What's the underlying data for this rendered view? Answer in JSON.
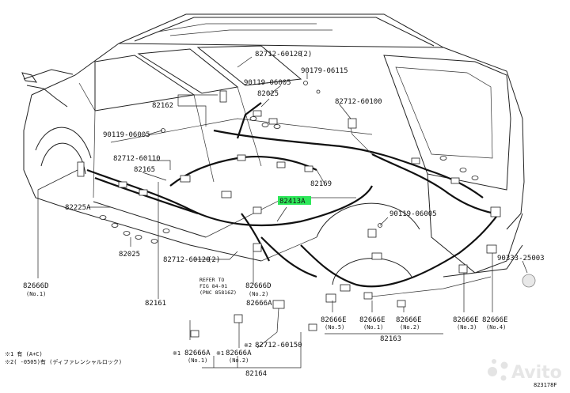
{
  "diagram": {
    "callouts": {
      "c1": "82712-60120",
      "c1_note": "(2)",
      "c2": "90179-06115",
      "c3": "90119-06005",
      "c4": "82025",
      "c5": "82162",
      "c6": "82712-60100",
      "c7": "90119-06005",
      "c8": "82712-60110",
      "c9": "82165",
      "c10": "82169",
      "c11": "82413A",
      "c12": "82225A",
      "c13": "90119-06005",
      "c14": "82025",
      "c15": "82712-60120",
      "c15_note": "(2)",
      "c16": "90333-25003",
      "c17": "82666D",
      "c17_sub": "(No.1)",
      "c18": "82666D",
      "c18_sub": "(No.2)",
      "c19": "82161",
      "c20": "82666A",
      "c21": "82666E",
      "c21_sub": "(No.5)",
      "c22": "82666E",
      "c22_sub": "(No.1)",
      "c23": "82666E",
      "c23_sub": "(No.2)",
      "c24": "82666E",
      "c24_sub": "(No.3)",
      "c25": "82666E",
      "c25_sub": "(No.4)",
      "c26": "82163",
      "c27": "82666A",
      "c27_sub": "(No.1)",
      "c28": "82666A",
      "c28_sub": "(No.2)",
      "c29": "82712-60150",
      "c30": "82164"
    },
    "refer_box": {
      "line1": "REFER TO",
      "line2": "FIG 84-01",
      "line3": "(PNC 85816Z)"
    },
    "footnotes": {
      "n1": "※1 有 (A+C)",
      "n2": "※2(  -0505)有 (ディファレンシャルロック)"
    },
    "figure_code": "823178F",
    "watermark": "Avito"
  }
}
